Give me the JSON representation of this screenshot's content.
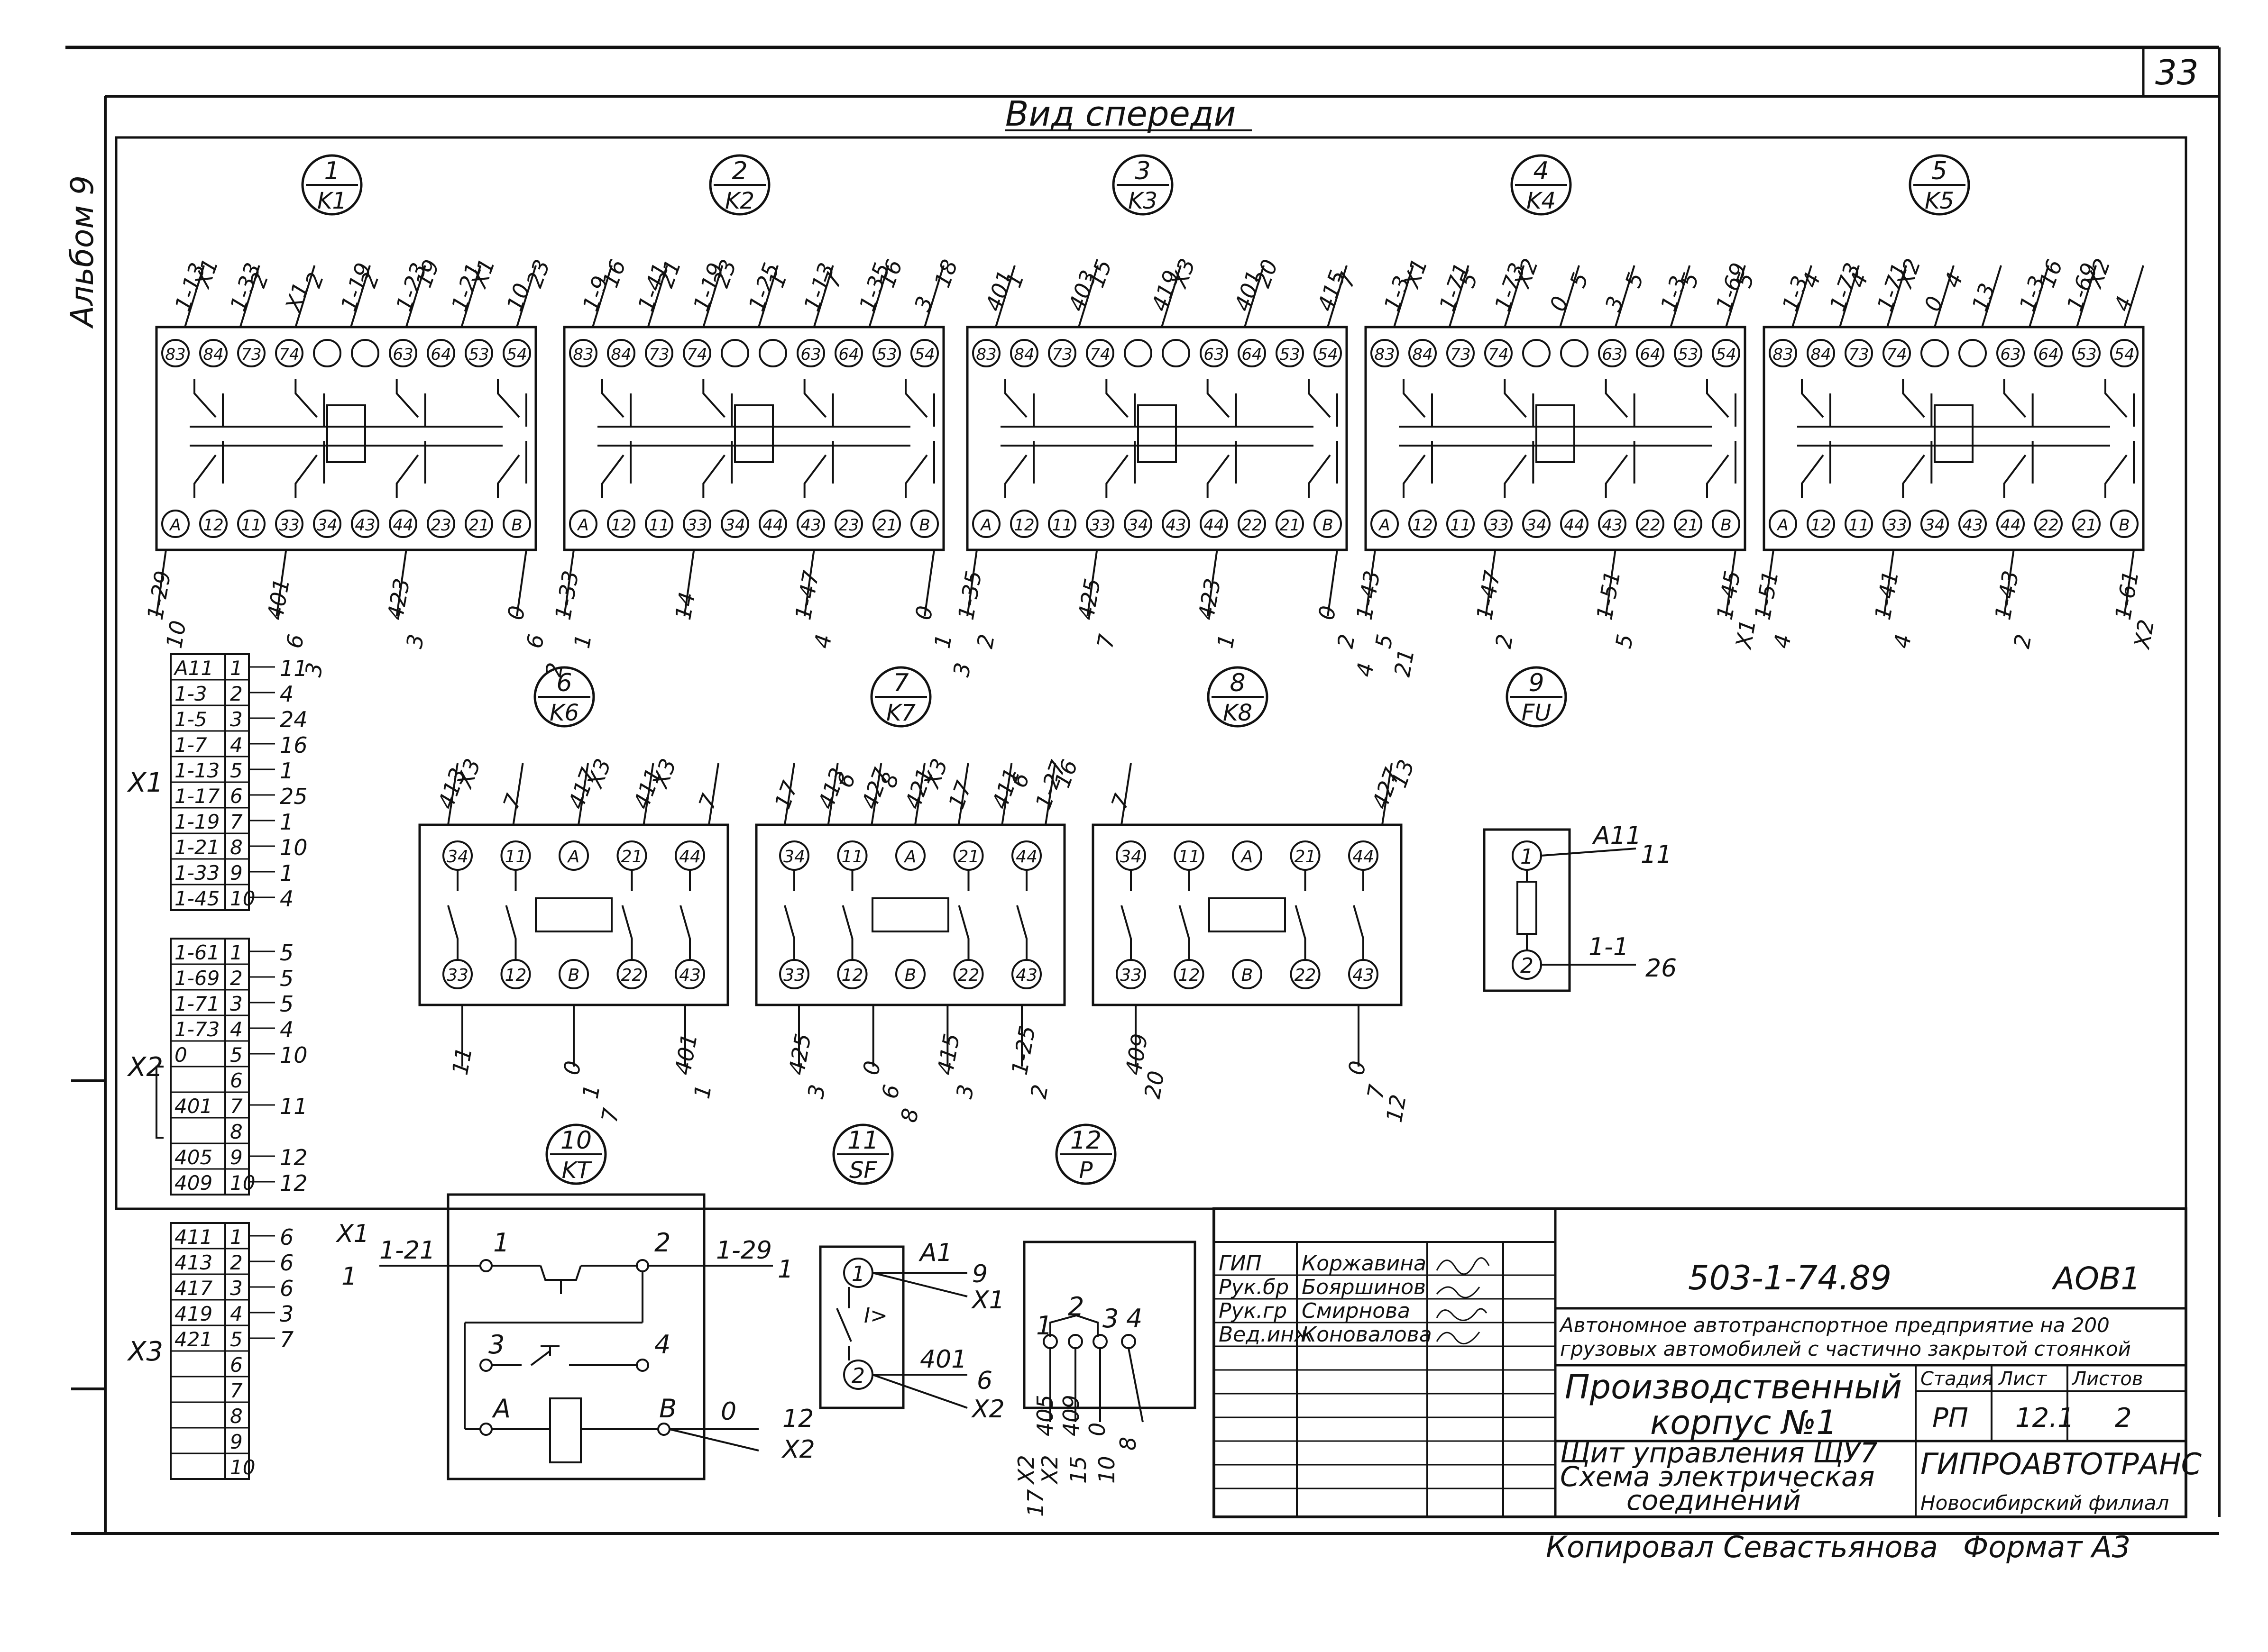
{
  "sheet": {
    "number": "33",
    "album": "Альбом 9",
    "view_title": "Вид спереди",
    "copier": "Копировал Севастьянова",
    "format": "Формат А3"
  },
  "devices": [
    {
      "num": "1",
      "code": "K1",
      "top_pins": [
        "83",
        "84",
        "73",
        "74",
        "",
        "",
        "63",
        "64",
        "53",
        "54"
      ],
      "bot_pins": [
        "A",
        "12",
        "11",
        "33",
        "34",
        "43",
        "44",
        "23",
        "21",
        "B"
      ],
      "top_wires": [
        [
          "1-13",
          "X1"
        ],
        [
          "1-33",
          "2"
        ],
        [
          "X1",
          "2"
        ],
        [
          "1-19",
          "2"
        ],
        [
          "1-23",
          "19"
        ],
        [
          "1-21",
          "X1"
        ],
        [
          "10",
          "23"
        ]
      ],
      "bot_wires": [
        [
          "1-29",
          "10"
        ],
        [
          "401",
          "6",
          "3"
        ],
        [
          "423",
          "3"
        ],
        [
          "0",
          "6",
          "2"
        ]
      ]
    },
    {
      "num": "2",
      "code": "K2",
      "top_pins": [
        "83",
        "84",
        "73",
        "74",
        "",
        "",
        "63",
        "64",
        "53",
        "54"
      ],
      "bot_pins": [
        "A",
        "12",
        "11",
        "33",
        "34",
        "44",
        "43",
        "23",
        "21",
        "B"
      ],
      "top_wires": [
        [
          "1-9",
          "16"
        ],
        [
          "1-41",
          "21"
        ],
        [
          "1-19",
          "23"
        ],
        [
          "1-25",
          "1"
        ],
        [
          "1-13",
          "7"
        ],
        [
          "1-35",
          "16"
        ],
        [
          "3",
          "18"
        ]
      ],
      "bot_wires": [
        [
          "1-33",
          "1"
        ],
        [
          "14"
        ],
        [
          "1-47",
          "4"
        ],
        [
          "0",
          "1",
          "3"
        ]
      ]
    },
    {
      "num": "3",
      "code": "K3",
      "top_pins": [
        "83",
        "84",
        "73",
        "74",
        "",
        "",
        "63",
        "64",
        "53",
        "54"
      ],
      "bot_pins": [
        "A",
        "12",
        "11",
        "33",
        "34",
        "43",
        "44",
        "22",
        "21",
        "B"
      ],
      "top_wires": [
        [
          "401",
          "1"
        ],
        [
          "403",
          "15"
        ],
        [
          "419",
          "X3"
        ],
        [
          "401",
          "20"
        ],
        [
          "415",
          "7"
        ]
      ],
      "bot_wires": [
        [
          "1-35",
          "2"
        ],
        [
          "425",
          "7"
        ],
        [
          "423",
          "1"
        ],
        [
          "0",
          "2",
          "4"
        ]
      ]
    },
    {
      "num": "4",
      "code": "K4",
      "top_pins": [
        "83",
        "84",
        "73",
        "74",
        "",
        "",
        "63",
        "64",
        "53",
        "54"
      ],
      "bot_pins": [
        "A",
        "12",
        "11",
        "33",
        "34",
        "44",
        "43",
        "22",
        "21",
        "B"
      ],
      "top_wires": [
        [
          "1-3",
          "X1"
        ],
        [
          "1-71",
          "5"
        ],
        [
          "1-73",
          "X2"
        ],
        [
          "0",
          "5"
        ],
        [
          "3",
          "5"
        ],
        [
          "1-3",
          "5"
        ],
        [
          "1-69",
          "5"
        ]
      ],
      "bot_wires": [
        [
          "1-43",
          "5",
          "21"
        ],
        [
          "1-47",
          "2"
        ],
        [
          "1-51",
          "5"
        ],
        [
          "1-45",
          "X1"
        ]
      ]
    },
    {
      "num": "5",
      "code": "K5",
      "top_pins": [
        "83",
        "84",
        "73",
        "74",
        "",
        "",
        "63",
        "64",
        "53",
        "54"
      ],
      "bot_pins": [
        "A",
        "12",
        "11",
        "33",
        "34",
        "43",
        "44",
        "22",
        "21",
        "B"
      ],
      "top_wires": [
        [
          "1-3",
          "4"
        ],
        [
          "1-73",
          "4"
        ],
        [
          "1-71",
          "X2"
        ],
        [
          "0",
          "4"
        ],
        [
          "13"
        ],
        [
          "1-3",
          "16"
        ],
        [
          "1-69",
          "X2"
        ],
        [
          "4"
        ]
      ],
      "bot_wires": [
        [
          "1-51",
          "4"
        ],
        [
          "1-41",
          "4"
        ],
        [
          "1-43",
          "2"
        ],
        [
          "1-61",
          "X2"
        ]
      ]
    },
    {
      "num": "6",
      "code": "K6",
      "top_pins": [
        "34",
        "11",
        "A",
        "21",
        "44"
      ],
      "bot_pins": [
        "33",
        "12",
        "B",
        "22",
        "43"
      ],
      "top_wires": [
        [
          "413",
          "X3"
        ],
        [
          "7"
        ],
        [
          "417",
          "X3"
        ],
        [
          "411",
          "X3"
        ],
        [
          "7"
        ]
      ],
      "bot_wires": [
        [
          "11"
        ],
        [
          "0",
          "1",
          "7"
        ],
        [
          "401",
          "1"
        ]
      ]
    },
    {
      "num": "7",
      "code": "K7",
      "top_pins": [
        "34",
        "11",
        "A",
        "21",
        "44"
      ],
      "bot_pins": [
        "33",
        "12",
        "B",
        "22",
        "43"
      ],
      "top_wires": [
        [
          "17"
        ],
        [
          "413",
          "6"
        ],
        [
          "427",
          "8"
        ],
        [
          "421",
          "X3"
        ],
        [
          "17"
        ],
        [
          "411",
          "6"
        ],
        [
          "1-27",
          "16"
        ]
      ],
      "bot_wires": [
        [
          "425",
          "3"
        ],
        [
          "0",
          "6",
          "8"
        ],
        [
          "415",
          "3"
        ],
        [
          "1-25",
          "2"
        ]
      ]
    },
    {
      "num": "8",
      "code": "K8",
      "top_pins": [
        "34",
        "11",
        "A",
        "21",
        "44"
      ],
      "bot_pins": [
        "33",
        "12",
        "B",
        "22",
        "43"
      ],
      "top_wires": [
        [
          "7"
        ],
        [
          "427",
          "13"
        ]
      ],
      "bot_wires": [
        [
          "409",
          "20"
        ],
        [
          "0",
          "7",
          "12"
        ]
      ]
    },
    {
      "num": "9",
      "code": "FU",
      "pins": [
        "1",
        "2"
      ],
      "wires": [
        [
          "A11",
          "11"
        ],
        [
          "1-1",
          "26"
        ]
      ]
    },
    {
      "num": "10",
      "code": "KT",
      "labels": [
        "1",
        "2",
        "3",
        "4",
        "A",
        "B"
      ],
      "wires": [
        [
          "X1",
          "1-21",
          "1"
        ],
        [
          "1-29",
          "1"
        ],
        [
          "0",
          "12",
          "X2"
        ]
      ]
    },
    {
      "num": "11",
      "code": "SF",
      "labels": [
        "1",
        "2",
        "I>"
      ],
      "wires": [
        [
          "A1",
          "9",
          "X1"
        ],
        [
          "401",
          "6",
          "X2"
        ]
      ]
    },
    {
      "num": "12",
      "code": "P",
      "labels": [
        "1",
        "2",
        "3",
        "4"
      ],
      "wires": [
        [
          "X2",
          "405",
          "17"
        ],
        [
          "X2",
          "409",
          "15"
        ],
        [
          "0",
          "10"
        ],
        [
          "8"
        ]
      ]
    }
  ],
  "terminal_blocks": [
    {
      "name": "X1",
      "rows": [
        [
          "A11",
          "1",
          "11"
        ],
        [
          "1-3",
          "2",
          "4"
        ],
        [
          "1-5",
          "3",
          "24"
        ],
        [
          "1-7",
          "4",
          "16"
        ],
        [
          "1-13",
          "5",
          "1"
        ],
        [
          "1-17",
          "6",
          "25"
        ],
        [
          "1-19",
          "7",
          "1"
        ],
        [
          "1-21",
          "8",
          "10"
        ],
        [
          "1-33",
          "9",
          "1"
        ],
        [
          "1-45",
          "10",
          "4"
        ]
      ]
    },
    {
      "name": "X2",
      "rows": [
        [
          "1-61",
          "1",
          "5"
        ],
        [
          "1-69",
          "2",
          "5"
        ],
        [
          "1-71",
          "3",
          "5"
        ],
        [
          "1-73",
          "4",
          "4"
        ],
        [
          "0",
          "5",
          "10"
        ],
        [
          "",
          "6",
          ""
        ],
        [
          "401",
          "7",
          "11"
        ],
        [
          "",
          "8",
          ""
        ],
        [
          "405",
          "9",
          "12"
        ],
        [
          "409",
          "10",
          "12"
        ]
      ]
    },
    {
      "name": "X3",
      "rows": [
        [
          "411",
          "1",
          "6"
        ],
        [
          "413",
          "2",
          "6"
        ],
        [
          "417",
          "3",
          "6"
        ],
        [
          "419",
          "4",
          "3"
        ],
        [
          "421",
          "5",
          "7"
        ],
        [
          "",
          "6",
          ""
        ],
        [
          "",
          "7",
          ""
        ],
        [
          "",
          "8",
          ""
        ],
        [
          "",
          "9",
          ""
        ],
        [
          "",
          "10",
          ""
        ]
      ]
    }
  ],
  "title_block": {
    "doc_code": "503-1-74.89",
    "sheet_code": "АОВ1",
    "roles": [
      {
        "role": "ГИП",
        "name": "Коржавина"
      },
      {
        "role": "Рук.бр",
        "name": "Бояршинов"
      },
      {
        "role": "Рук.гр",
        "name": "Смирнова"
      },
      {
        "role": "Вед.инж",
        "name": "Коновалова"
      }
    ],
    "project_line1": "Автономное автотранспортное предприятие на 200",
    "project_line2": "грузовых автомобилей с частично закрытой стоянкой",
    "building_line1": "Производственный",
    "building_line2": "корпус №1",
    "stage_hdr": "Стадия",
    "sheet_hdr": "Лист",
    "sheets_hdr": "Листов",
    "stage": "РП",
    "sheet": "12.1",
    "sheets": "2",
    "desc_line1": "Щит управления ЩУ7",
    "desc_line2": "Схема электрическая",
    "desc_line3": "соединений",
    "org": "ГИПРОАВТОТРАНС",
    "branch": "Новосибирский филиал"
  }
}
